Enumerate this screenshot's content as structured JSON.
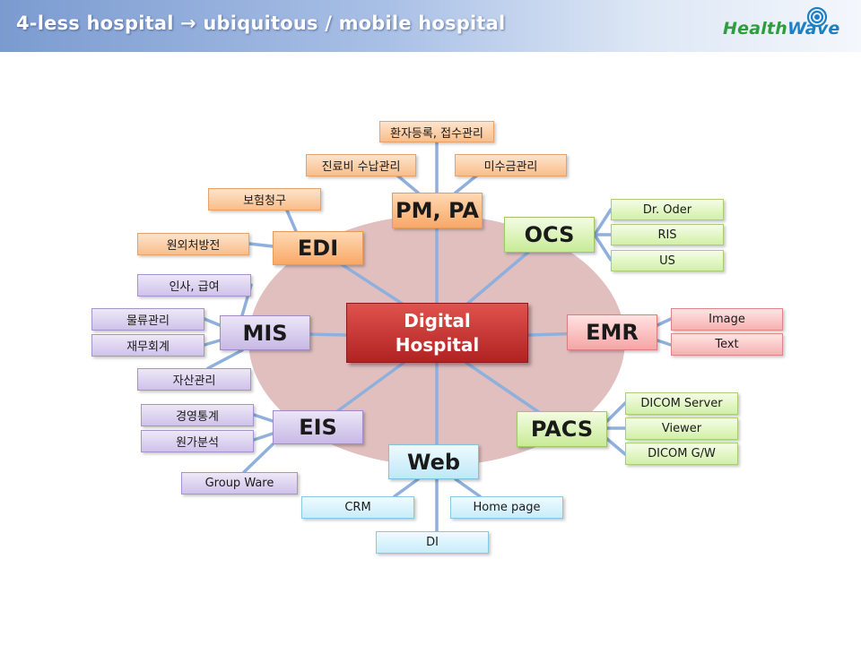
{
  "header": {
    "title": "4-less hospital → ubiquitous / mobile hospital"
  },
  "logo": {
    "part1": "Health",
    "part2": "Wave"
  },
  "center": {
    "line1": "Digital",
    "line2": "Hospital"
  },
  "hubs": {
    "pmpa": "PM, PA",
    "ocs": "OCS",
    "emr": "EMR",
    "pacs": "PACS",
    "web": "Web",
    "eis": "EIS",
    "mis": "MIS",
    "edi": "EDI"
  },
  "pmpa_items": [
    "환자등록, 접수관리",
    "진료비 수납관리",
    "미수금관리"
  ],
  "ocs_items": [
    "Dr. Oder",
    "RIS",
    "US"
  ],
  "emr_items": [
    "Image",
    "Text"
  ],
  "pacs_items": [
    "DICOM Server",
    "Viewer",
    "DICOM G/W"
  ],
  "web_items": [
    "CRM",
    "Home page",
    "DI"
  ],
  "eis_items": [
    "경영통계",
    "원가분석",
    "Group Ware"
  ],
  "mis_items": [
    "인사, 급여",
    "물류관리",
    "재무회계",
    "자산관리"
  ],
  "edi_items": [
    "보험청구",
    "원외처방전"
  ],
  "colors": {
    "connector": "#8fb0dc",
    "ellipse": "#dcb4b4",
    "center": "#c0302e"
  }
}
